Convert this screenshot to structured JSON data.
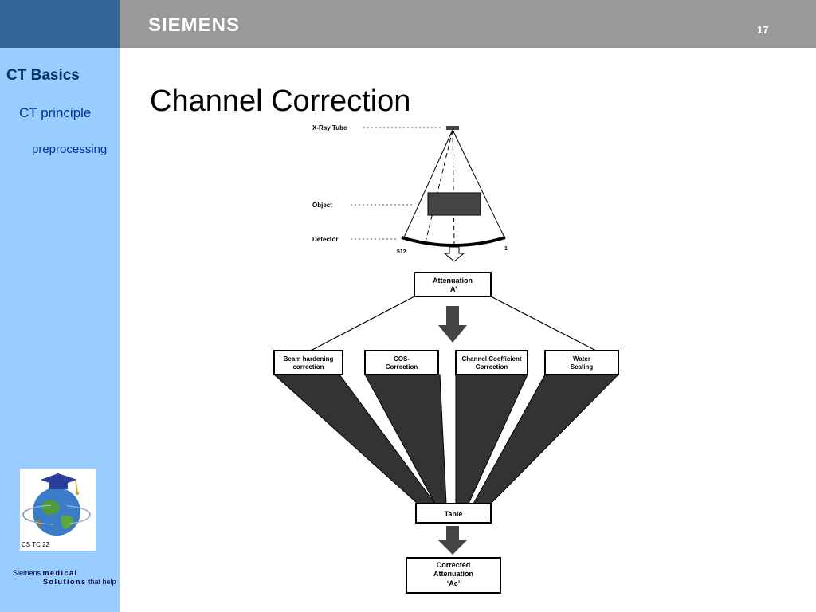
{
  "header": {
    "brand": "SIEMENS",
    "page_number": "17"
  },
  "sidebar": {
    "level1": "CT Basics",
    "level2": "CT principle",
    "level3": "preprocessing"
  },
  "title": "Channel Correction",
  "logo": {
    "caption": "CS TC 22"
  },
  "footer": {
    "company": "Siemens",
    "word1": "medical",
    "word2": "Solutions",
    "word3": "that help"
  },
  "diagram": {
    "labels": {
      "tube": "X-Ray Tube",
      "object": "Object",
      "detector": "Detector",
      "channel_left": "512",
      "channel_right": "1"
    },
    "attenuation": {
      "line1": "Attenuation",
      "line2": "‘A’"
    },
    "corrections": [
      {
        "line1": "Beam hardening",
        "line2": "correction"
      },
      {
        "line1": "COS-",
        "line2": "Correction"
      },
      {
        "line1": "Channel Coefficient",
        "line2": "Correction"
      },
      {
        "line1": "Water",
        "line2": "Scaling"
      }
    ],
    "table": "Table",
    "corrected": {
      "line1": "Corrected",
      "line2": "Attenuation",
      "line3": "‘Ac’"
    }
  }
}
